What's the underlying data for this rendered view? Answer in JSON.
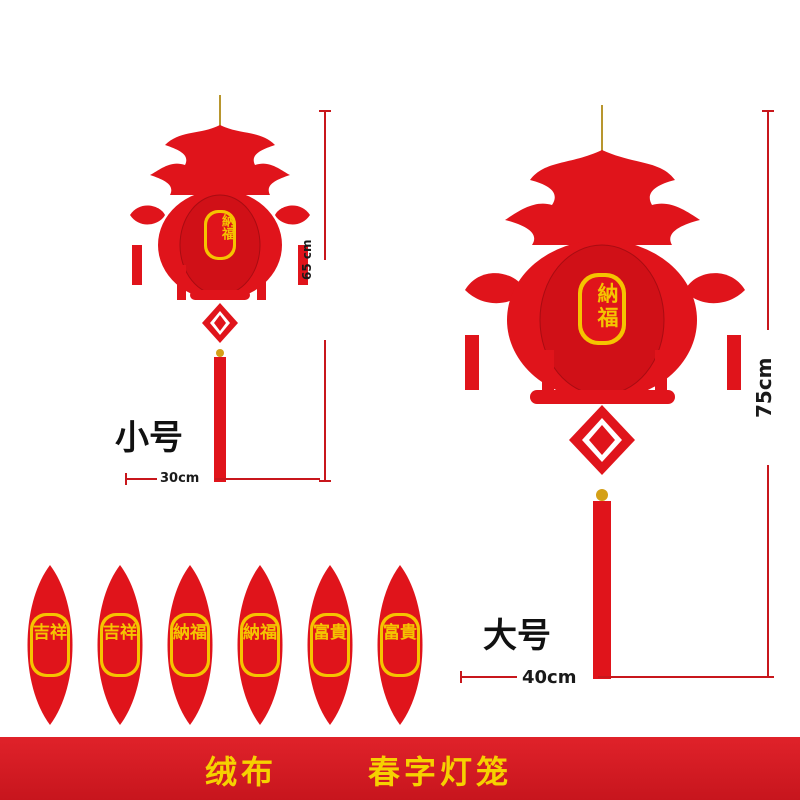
{
  "small": {
    "size_label": "小号",
    "height_label": "65 cm",
    "width_label": "30cm",
    "center_text": "納福"
  },
  "large": {
    "size_label": "大号",
    "height_label": "75cm",
    "width_label": "40cm",
    "center_text": "納福"
  },
  "leaves": [
    {
      "text": "吉祥"
    },
    {
      "text": "吉祥"
    },
    {
      "text": "納福"
    },
    {
      "text": "納福"
    },
    {
      "text": "富貴"
    },
    {
      "text": "富貴"
    }
  ],
  "banner": {
    "material": "绒布",
    "product": "春字灯笼"
  },
  "colors": {
    "lantern_red": "#e0141b",
    "gold": "#f5c400",
    "dimension_red": "#c8171c"
  }
}
